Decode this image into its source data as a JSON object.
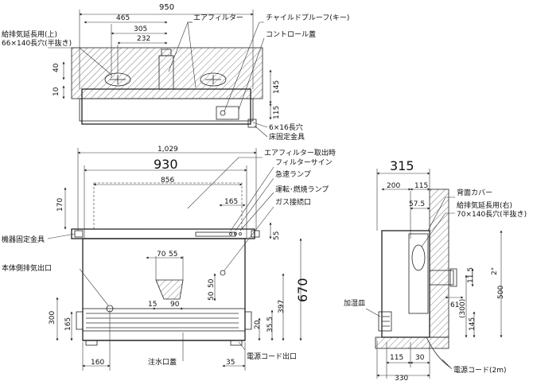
{
  "top_view": {
    "dims": {
      "overall_width": "950",
      "d465": "465",
      "d305": "305",
      "d232": "232",
      "d40": "40",
      "d10": "10",
      "d145": "145",
      "d115": "115"
    },
    "labels": {
      "intake_pipe": "給排気延長用(上)",
      "intake_hole": "66×140長穴(半抜き)",
      "air_filter": "エアフィルター",
      "child_proof": "チャイルドプルーフ(キー)",
      "control_cover": "コントロール蓋",
      "slot_6x16": "6×16長穴",
      "floor_bracket": "床固定金具"
    }
  },
  "front_view": {
    "dims": {
      "d1029": "1,029",
      "d930": "930",
      "d856": "856",
      "d170": "170",
      "d165": "165",
      "d55": "55",
      "d70": "70",
      "d55b": "55",
      "d50a": "50",
      "d50b": "50",
      "d670": "670",
      "d397": "397",
      "d15": "15",
      "d90": "90",
      "d300": "300",
      "d165b": "165",
      "d20": "20",
      "d35_5": "35.5",
      "d160": "160",
      "d35": "35"
    },
    "labels": {
      "filter_removal": "エアフィルター取出時",
      "filter_sign": "フィルターサイン",
      "rapid_lamp": "急速ランプ",
      "run_lamp": "運転･燃焼ランプ",
      "gas_port": "ガス接続口",
      "mount_bracket": "機器固定金具",
      "side_exhaust": "本体側排気出口",
      "drain_cover": "注水口蓋",
      "power_outlet": "電源コード出口"
    }
  },
  "side_view": {
    "dims": {
      "d315": "315",
      "d200": "200",
      "d115": "115",
      "d57_5": "57.5",
      "d500": "500",
      "d11_5": "11.5",
      "d2deg": "2°",
      "d61": "61",
      "d300p": "(300)",
      "d145": "145",
      "d115b": "115",
      "d30": "30",
      "d330": "330"
    },
    "labels": {
      "back_cover": "背面カバー",
      "intake_right": "給排気延長用(右)",
      "intake_hole_right": "70×140長穴(半抜き)",
      "humidifier_tray": "加湿皿",
      "power_cord": "電源コード(2m)"
    }
  }
}
